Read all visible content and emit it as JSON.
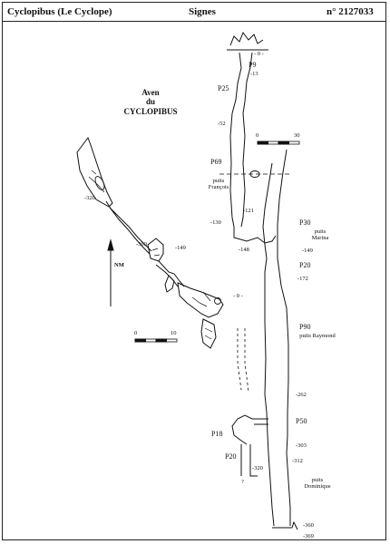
{
  "header": {
    "cave_name": "Cyclopibus (Le Cyclope)",
    "commune": "Signes",
    "number": "n° 2127033"
  },
  "plan": {
    "title_line1": "Aven",
    "title_line2": "du",
    "title_line3": "CYCLOPIBUS",
    "north_label": "NM",
    "scale_start": "0",
    "scale_end": "10",
    "depth_labels": [
      "-320",
      "-360",
      "-149",
      "- 0 -"
    ]
  },
  "section": {
    "scale_start": "0",
    "scale_end": "30",
    "pitches": [
      "P9",
      "P25",
      "P69",
      "P30",
      "P20",
      "P90",
      "P50",
      "P18",
      "P20"
    ],
    "shaft_names": [
      "puits François",
      "puits Marina",
      "puits Raymond",
      "puits Dominique"
    ],
    "depths": [
      "- 0 -",
      "-13",
      "-52",
      "-121",
      "-130",
      "-148",
      "-149",
      "-172",
      "-262",
      "-303",
      "-312",
      "-320",
      "?",
      "-360",
      "-369"
    ]
  }
}
